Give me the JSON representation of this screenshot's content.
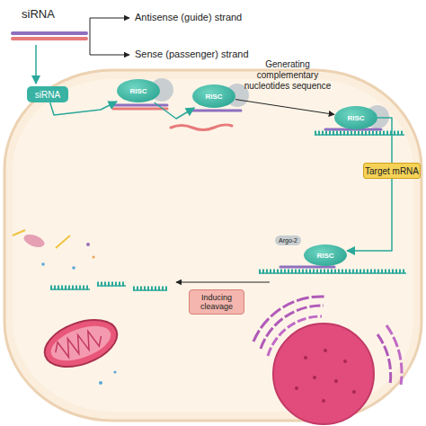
{
  "diagram": {
    "nodes": [
      {
        "text": [
          "siRNA"
        ]
      },
      {
        "text": [
          "RISC"
        ]
      },
      {
        "text": [
          "RISC"
        ]
      },
      {
        "text": [
          "RISC"
        ]
      },
      {
        "text": [
          "Target mRNA"
        ]
      },
      {
        "text": [
          "Argo-2",
          "RISC"
        ]
      },
      {
        "text": [
          "Inducing cleavage"
        ]
      }
    ],
    "edges": [
      {
        "from": 0,
        "to": 1,
        "arrow": "to"
      },
      {
        "from": 1,
        "to": 2,
        "arrow": "to"
      },
      {
        "from": 2,
        "to": 3,
        "label": "Generating complementary nucleotides sequence",
        "arrow": "to"
      },
      {
        "from": 3,
        "to": 4,
        "arrow": "none"
      },
      {
        "from": 4,
        "to": 5,
        "arrow": "to"
      }
    ],
    "labels": [
      "siRNA",
      "Antisense (guide) strand",
      "Sense (passenger) strand"
    ]
  }
}
